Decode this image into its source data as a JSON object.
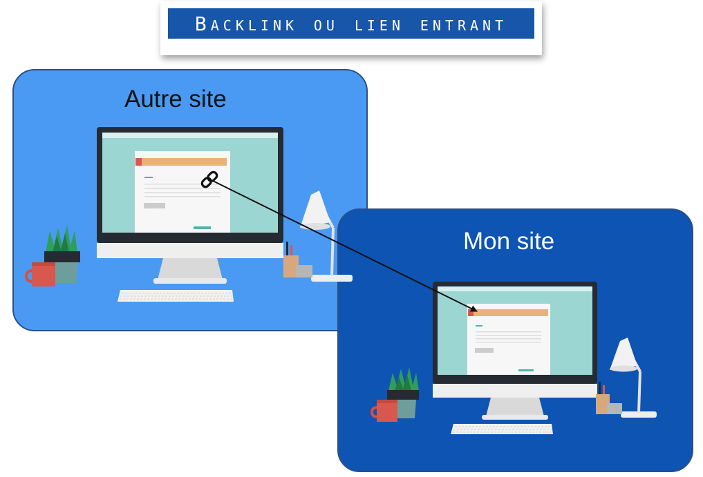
{
  "header": {
    "title": "Backlink ou lien entrant"
  },
  "panels": {
    "other_site": {
      "label": "Autre site",
      "color": "#4a9af3"
    },
    "my_site": {
      "label": "Mon site",
      "color": "#0d54b3"
    }
  },
  "link": {
    "icon": "chain-link-icon",
    "target_icon": "arrow-head"
  },
  "colors": {
    "title_bar": "#1756a9",
    "screen": "#9bd6d2",
    "page_header": "#e9b27a"
  }
}
